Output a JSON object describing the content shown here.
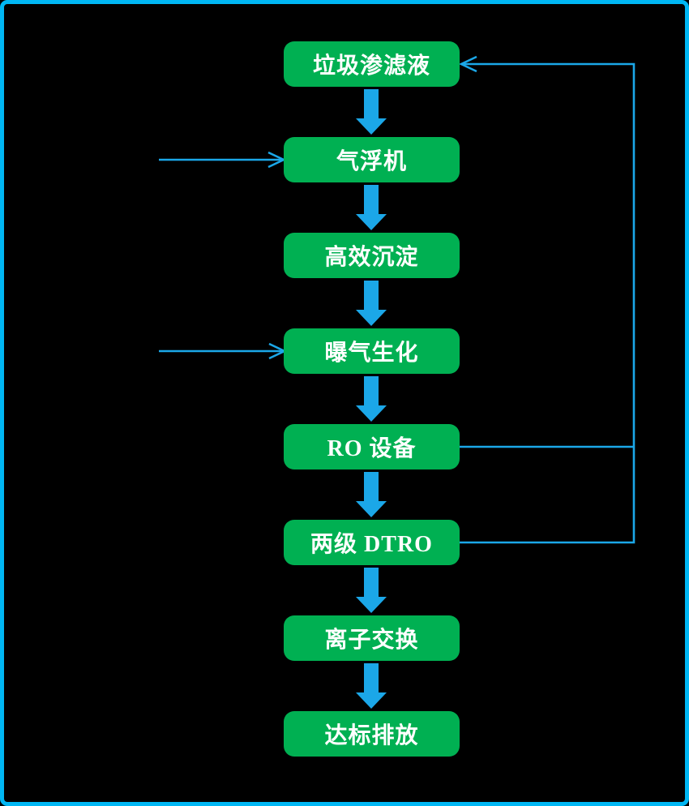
{
  "diagram": {
    "nodes": [
      {
        "id": "leachate",
        "label": "垃圾渗滤液"
      },
      {
        "id": "air-flotation",
        "label": "气浮机"
      },
      {
        "id": "sedimentation",
        "label": "高效沉淀"
      },
      {
        "id": "aeration-bio",
        "label": "曝气生化"
      },
      {
        "id": "ro-unit",
        "label": "RO 设备"
      },
      {
        "id": "dtro",
        "label": "两级 DTRO"
      },
      {
        "id": "ion-exchange",
        "label": "离子交换"
      },
      {
        "id": "discharge",
        "label": "达标排放"
      }
    ],
    "edges": [
      {
        "from": "垃圾渗滤液",
        "to": "气浮机",
        "style": "thick-arrow-down"
      },
      {
        "from": "气浮机",
        "to": "高效沉淀",
        "style": "thick-arrow-down"
      },
      {
        "from": "高效沉淀",
        "to": "曝气生化",
        "style": "thick-arrow-down"
      },
      {
        "from": "曝气生化",
        "to": "RO 设备",
        "style": "thick-arrow-down"
      },
      {
        "from": "RO 设备",
        "to": "两级 DTRO",
        "style": "thick-arrow-down"
      },
      {
        "from": "两级 DTRO",
        "to": "离子交换",
        "style": "thick-arrow-down"
      },
      {
        "from": "离子交换",
        "to": "达标排放",
        "style": "thick-arrow-down"
      },
      {
        "from": "RO 设备",
        "to": "垃圾渗滤液",
        "style": "thin-return-line-right"
      },
      {
        "from": "两级 DTRO",
        "to": "垃圾渗滤液",
        "style": "thin-return-line-right"
      },
      {
        "from": "",
        "to": "气浮机",
        "style": "thin-input-arrow-left"
      },
      {
        "from": "",
        "to": "曝气生化",
        "style": "thin-input-arrow-left"
      }
    ],
    "colors": {
      "background": "#000000",
      "frame_border": "#00B7F4",
      "node_fill": "#00B052",
      "node_text": "#FFFFFF",
      "connector_blue": "#1BA7E8"
    }
  }
}
